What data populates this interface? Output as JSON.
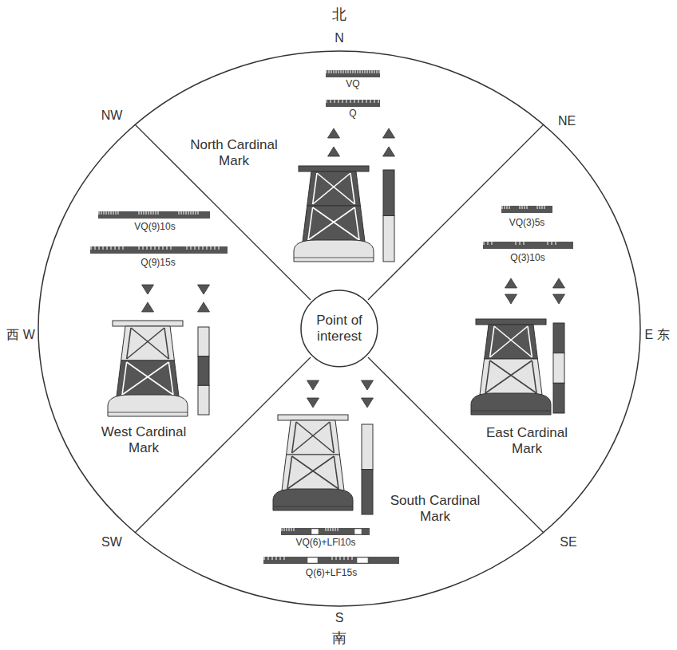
{
  "diagram": {
    "nodes": [
      {
        "text": [
          "Point of interest"
        ]
      }
    ],
    "labels": [
      "北",
      "N",
      "NW",
      "NE",
      "VQ",
      "Q",
      "North Cardinal Mark",
      "VQ(9)10s",
      "Q(9)15s",
      "VQ(3)5s",
      "Q(3)10s",
      "西 W",
      "E 东",
      "West Cardinal Mark",
      "East Cardinal Mark",
      "South Cardinal Mark",
      "SW",
      "SE",
      "VQ(6)+LFl10s",
      "Q(6)+LF15s",
      "S",
      "南"
    ]
  }
}
